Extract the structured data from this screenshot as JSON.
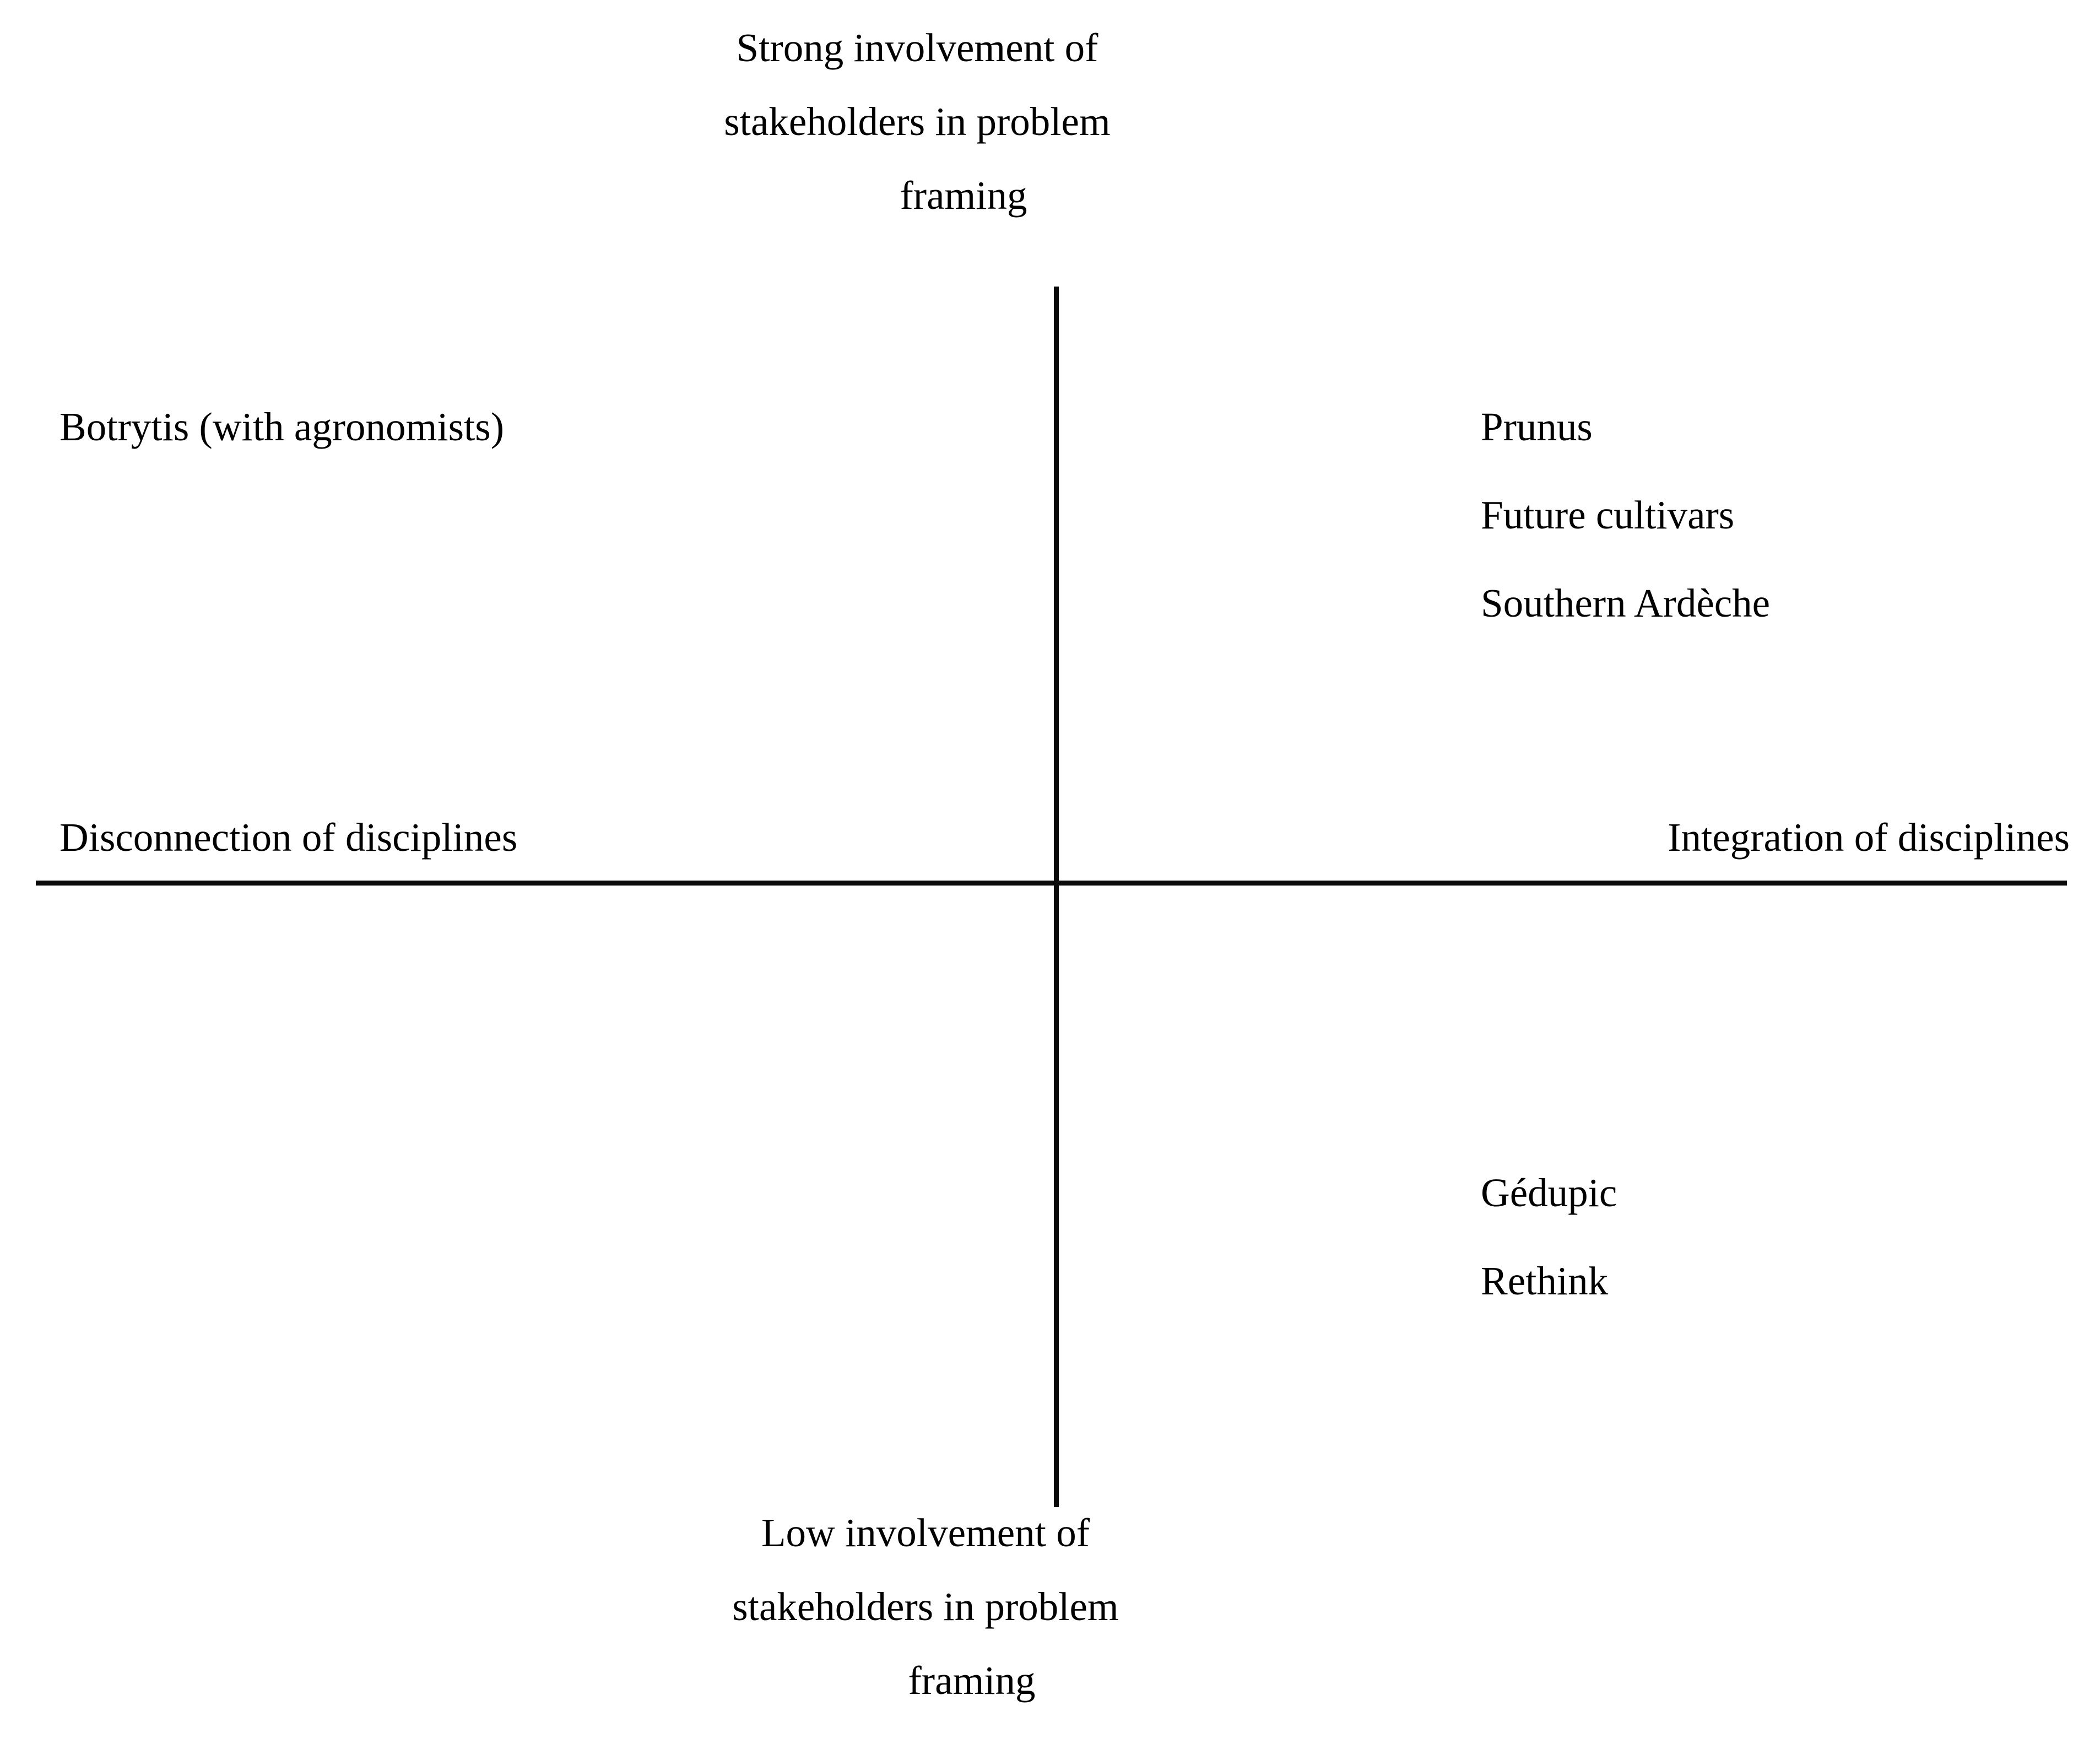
{
  "diagram": {
    "type": "two-by-two-quadrant-matrix",
    "background_color": "#ffffff",
    "line_color": "#0a0a0a",
    "text_color": "#000000",
    "axes": {
      "vertical": {
        "top_pole": {
          "lines": [
            "Strong involvement of",
            "stakeholders in problem",
            "framing"
          ],
          "full_text": "Strong involvement of stakeholders in problem framing"
        },
        "bottom_pole": {
          "lines": [
            "Low involvement of",
            "stakeholders in problem",
            "framing"
          ],
          "full_text": "Low involvement of stakeholders in problem framing"
        }
      },
      "horizontal": {
        "left_pole": "Disconnection of disciplines",
        "right_pole": "Integration of disciplines"
      }
    },
    "quadrants": {
      "upper_left": {
        "name": "upper-left-quadrant",
        "items": [
          "Botrytis (with agronomists)"
        ]
      },
      "upper_right": {
        "name": "upper-right-quadrant",
        "items": [
          "Prunus",
          "Future cultivars",
          "Southern Ardèche"
        ]
      },
      "lower_left": {
        "name": "lower-left-quadrant",
        "items": []
      },
      "lower_right": {
        "name": "lower-right-quadrant",
        "items": [
          "Gédupic",
          "Rethink"
        ]
      }
    }
  }
}
